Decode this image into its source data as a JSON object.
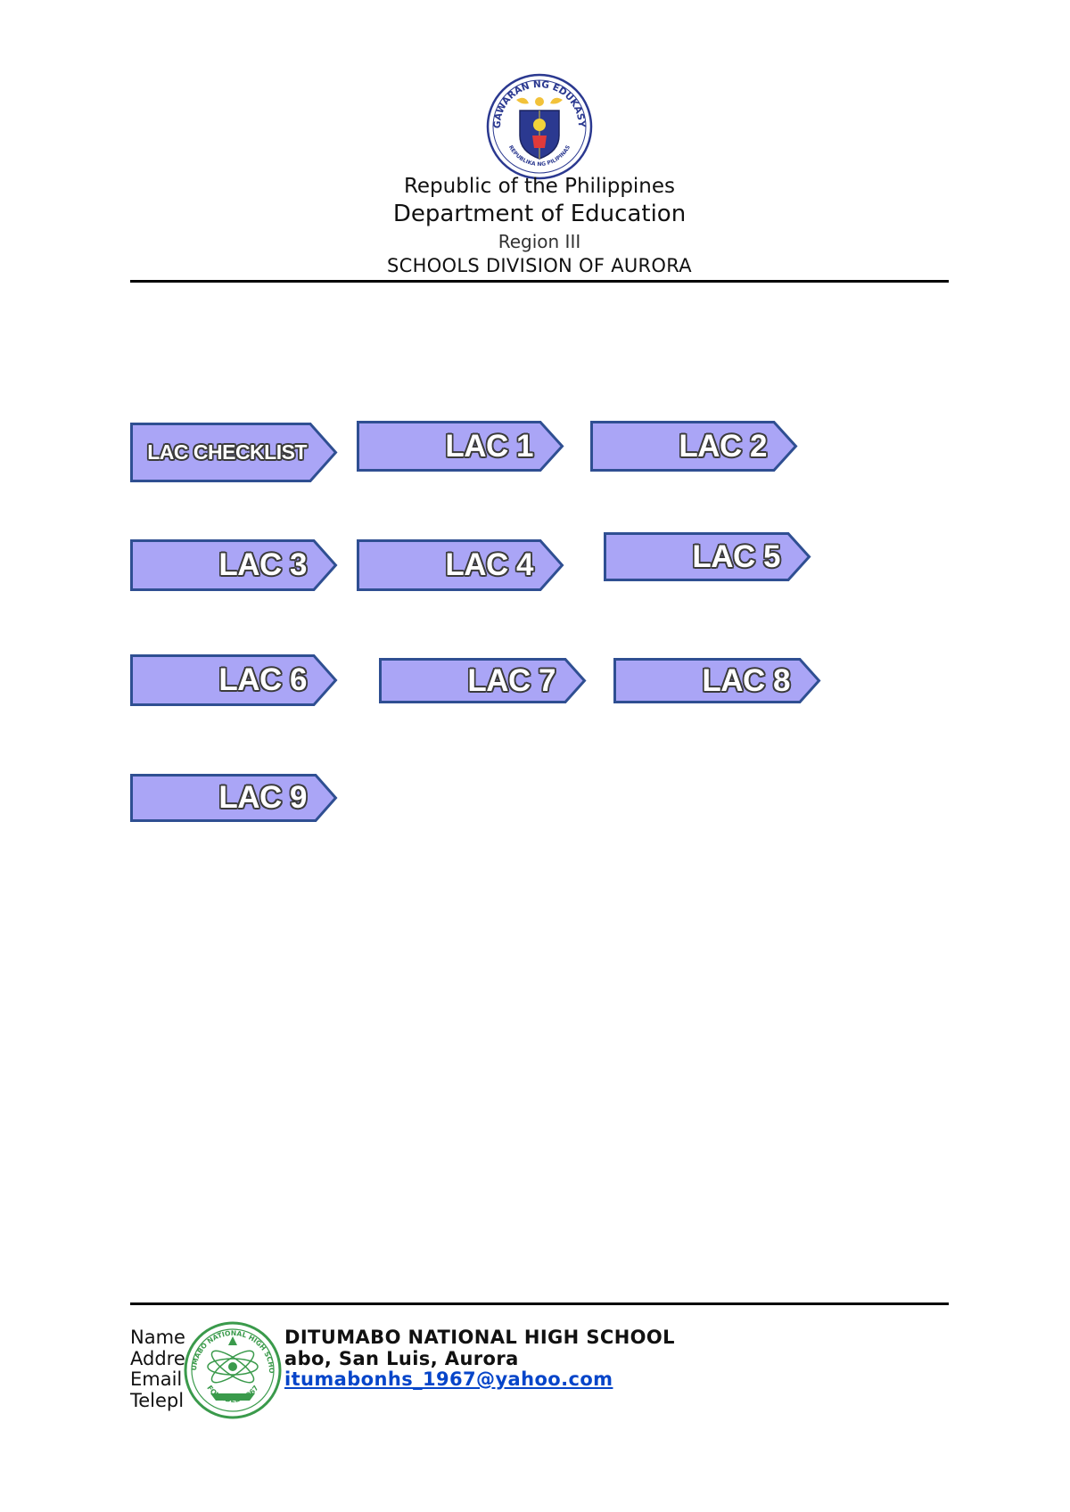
{
  "header": {
    "seal_text_top": "KAGAWARAN NG EDUKASYON",
    "seal_text_bottom": "REPUBLIKA NG PILIPINAS",
    "line1": "Republic of the Philippines",
    "line2": "Department of Education",
    "line3": "Region III",
    "line4": "SCHOOLS DIVISION OF AURORA"
  },
  "buttons": [
    {
      "label": "LAC CHECKLIST"
    },
    {
      "label": "LAC 1"
    },
    {
      "label": "LAC 2"
    },
    {
      "label": "LAC 3"
    },
    {
      "label": "LAC 4"
    },
    {
      "label": "LAC 5"
    },
    {
      "label": "LAC 6"
    },
    {
      "label": "LAC 7"
    },
    {
      "label": "LAC 8"
    },
    {
      "label": "LAC 9"
    }
  ],
  "colors": {
    "button_fill": "#aaa5f6",
    "button_border": "#2f4f92",
    "seal_blue": "#2b3990",
    "school_green": "#3a9a4b",
    "link": "#0645c9"
  },
  "footer": {
    "labels": [
      "Name",
      "Addre",
      "Email",
      "Telepl"
    ],
    "school_name": "DITUMABO NATIONAL HIGH SCHOOL",
    "address": "abo, San Luis, Aurora",
    "email": "itumabonhs_1967@yahoo.com",
    "logo_text_top": "DITUMABO NATIONAL HIGH SCHOOL",
    "logo_text_bottom": "FOUNDED 1967"
  }
}
